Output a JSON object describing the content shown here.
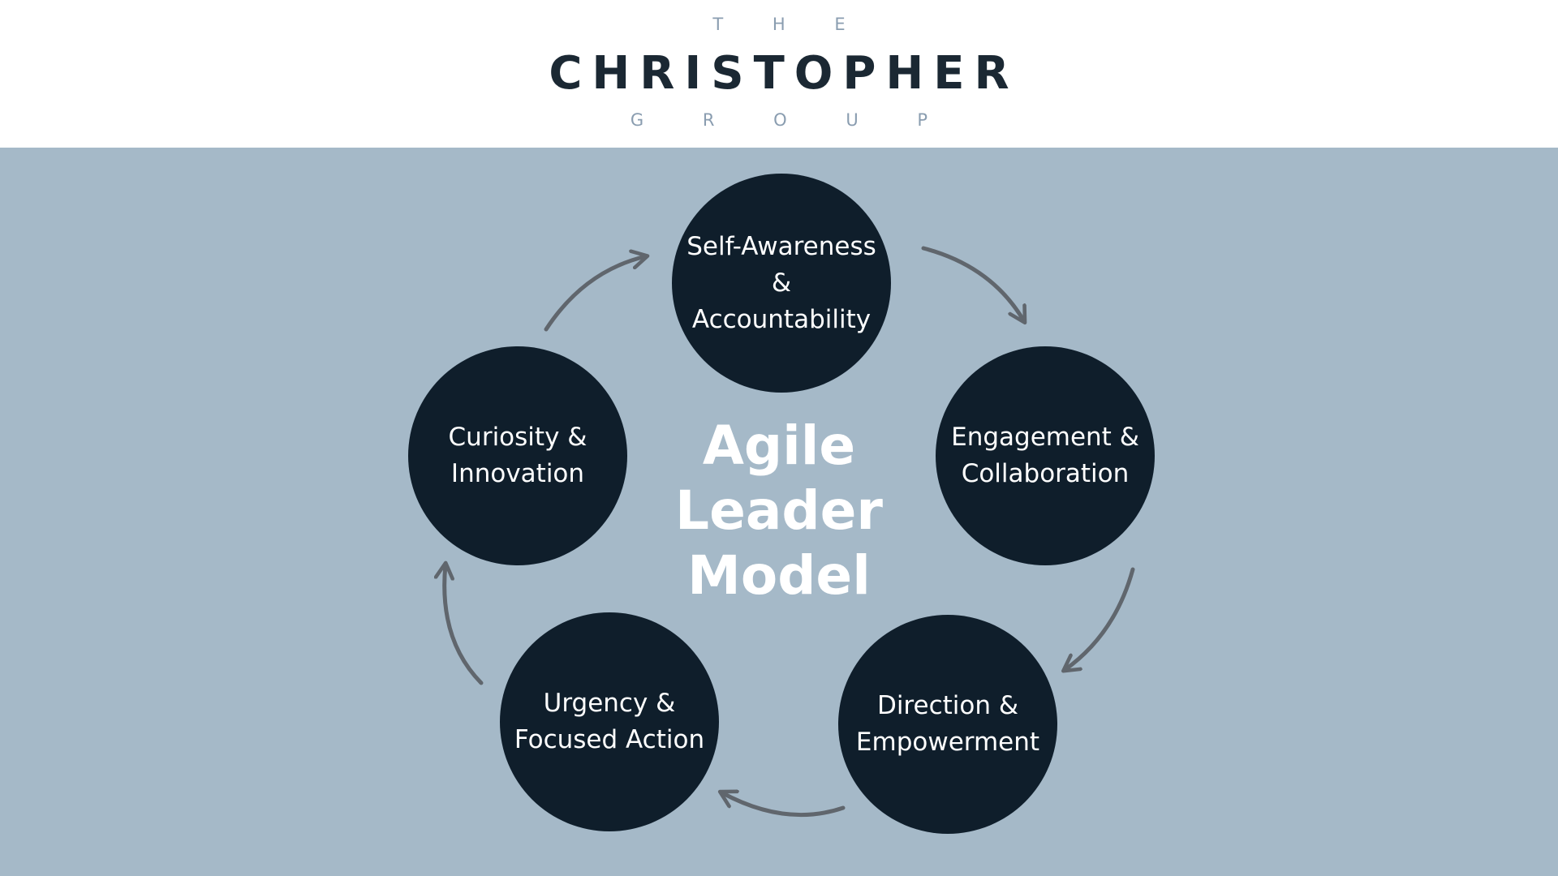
{
  "logo": {
    "top": "T H E",
    "name": "CHRISTOPHER",
    "bottom": "G R O U P"
  },
  "diagram": {
    "title": "Agile\nLeader\nModel",
    "nodes": [
      {
        "label": "Self-Awareness\n& Accountability"
      },
      {
        "label": "Engagement &\nCollaboration"
      },
      {
        "label": "Direction &\nEmpowerment"
      },
      {
        "label": "Urgency &\nFocused Action"
      },
      {
        "label": "Curiosity &\nInnovation"
      }
    ]
  },
  "colors": {
    "background_panel": "#a5b9c8",
    "node_fill": "#0f1e2b",
    "arrow": "#60666d",
    "logo_text": "#1b2833",
    "logo_accent": "#8a9db0"
  }
}
